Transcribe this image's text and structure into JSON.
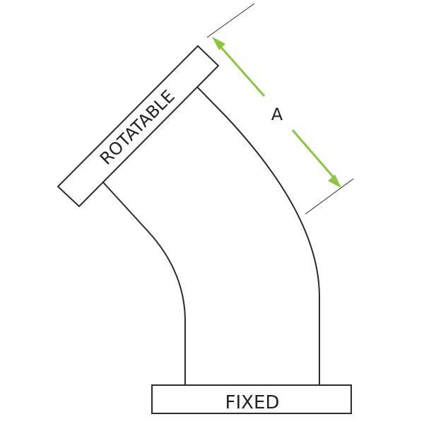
{
  "diagram": {
    "flange_top_label": "ROTATABLE",
    "flange_bottom_label": "FIXED",
    "dimension_label": "A",
    "accent_color": "#8cc63f",
    "line_color": "#2b2b2b"
  }
}
